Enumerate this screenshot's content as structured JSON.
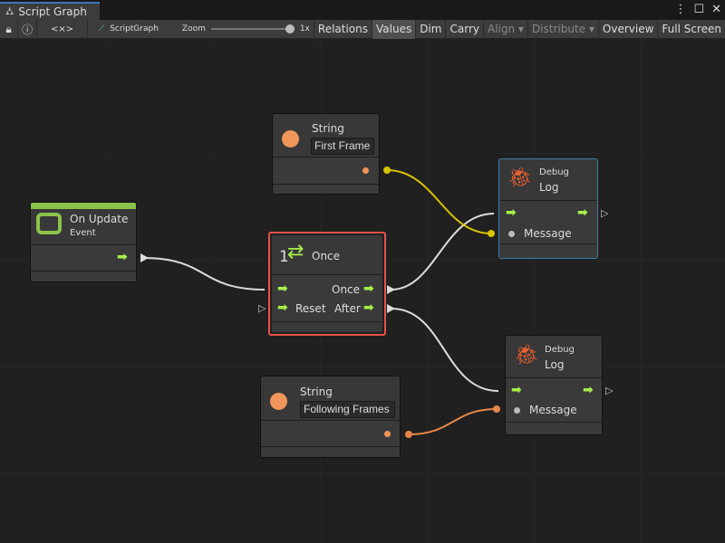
{
  "window": {
    "tab_title": "Script Graph",
    "tab_icon": "hierarchy-icon"
  },
  "toolbar": {
    "graph_name": "ScriptGraph",
    "zoom_label": "Zoom",
    "zoom_value": "1x",
    "zoom_level": 1.0,
    "selector": "<×>",
    "relations": "Relations",
    "values": "Values",
    "dim": "Dim",
    "carry": "Carry",
    "align": "Align",
    "distribute": "Distribute",
    "overview": "Overview",
    "fullscreen": "Full Screen"
  },
  "nodes": {
    "on_update": {
      "title": "On Update",
      "subtitle": "Event",
      "accent": "#8bc34a"
    },
    "once": {
      "title": "Once",
      "count": "1",
      "out_once": "Once",
      "in_reset": "Reset",
      "out_after": "After",
      "border": "#e8534a"
    },
    "string1": {
      "title": "String",
      "value": "First Frame"
    },
    "string2": {
      "title": "String",
      "value": "Following Frames"
    },
    "debug1": {
      "category": "Debug",
      "title": "Log",
      "input": "Message",
      "border": "#3a7fb0"
    },
    "debug2": {
      "category": "Debug",
      "title": "Log",
      "input": "Message"
    }
  },
  "colors": {
    "flow": "#a7f04a",
    "string_port": "#f0965a",
    "yellow_wire": "#d9c300",
    "orange_wire": "#e8854a"
  }
}
